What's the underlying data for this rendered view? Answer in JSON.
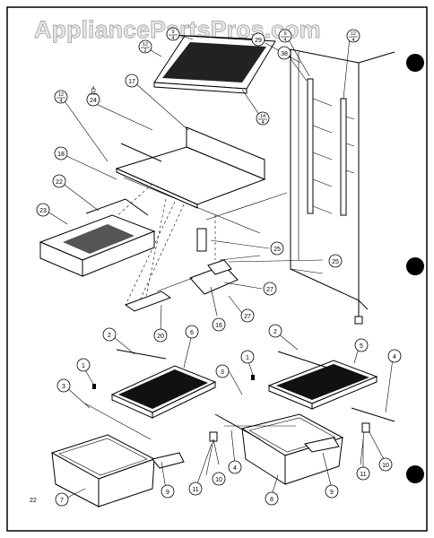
{
  "watermark": "AppliancePartsPros.com",
  "page_number": "22",
  "callouts": {
    "c2a": "2",
    "c2b": "2",
    "c1a": "1",
    "c1b": "1",
    "c3a": "3",
    "c3b": "3",
    "c4a": "4",
    "c4b": "4",
    "c5": "5",
    "c6": "6",
    "c7": "7",
    "c8": "8",
    "c9a": "9",
    "c9b": "9",
    "c10a": "10",
    "c10b": "10",
    "c11a": "11",
    "c11b": "11",
    "c16": "16",
    "c17": "17",
    "c18": "18",
    "c20": "20",
    "c22": "22",
    "c23": "23",
    "c24": "24",
    "c25a": "25",
    "c25b": "25",
    "c27a": "27",
    "c27b": "27",
    "c29": "29",
    "c38": "38"
  },
  "fractions": {
    "f1": {
      "num": "12",
      "den": "2"
    },
    "f2": {
      "num": "12",
      "den": "4"
    },
    "f3": {
      "num": "12",
      "den": "4"
    },
    "f4": {
      "num": "14",
      "den": "4"
    },
    "f5": {
      "num": "9",
      "den": "4"
    },
    "f6": {
      "num": "12",
      "den": "4"
    },
    "f7": {
      "num": "9",
      "den": "4"
    }
  }
}
